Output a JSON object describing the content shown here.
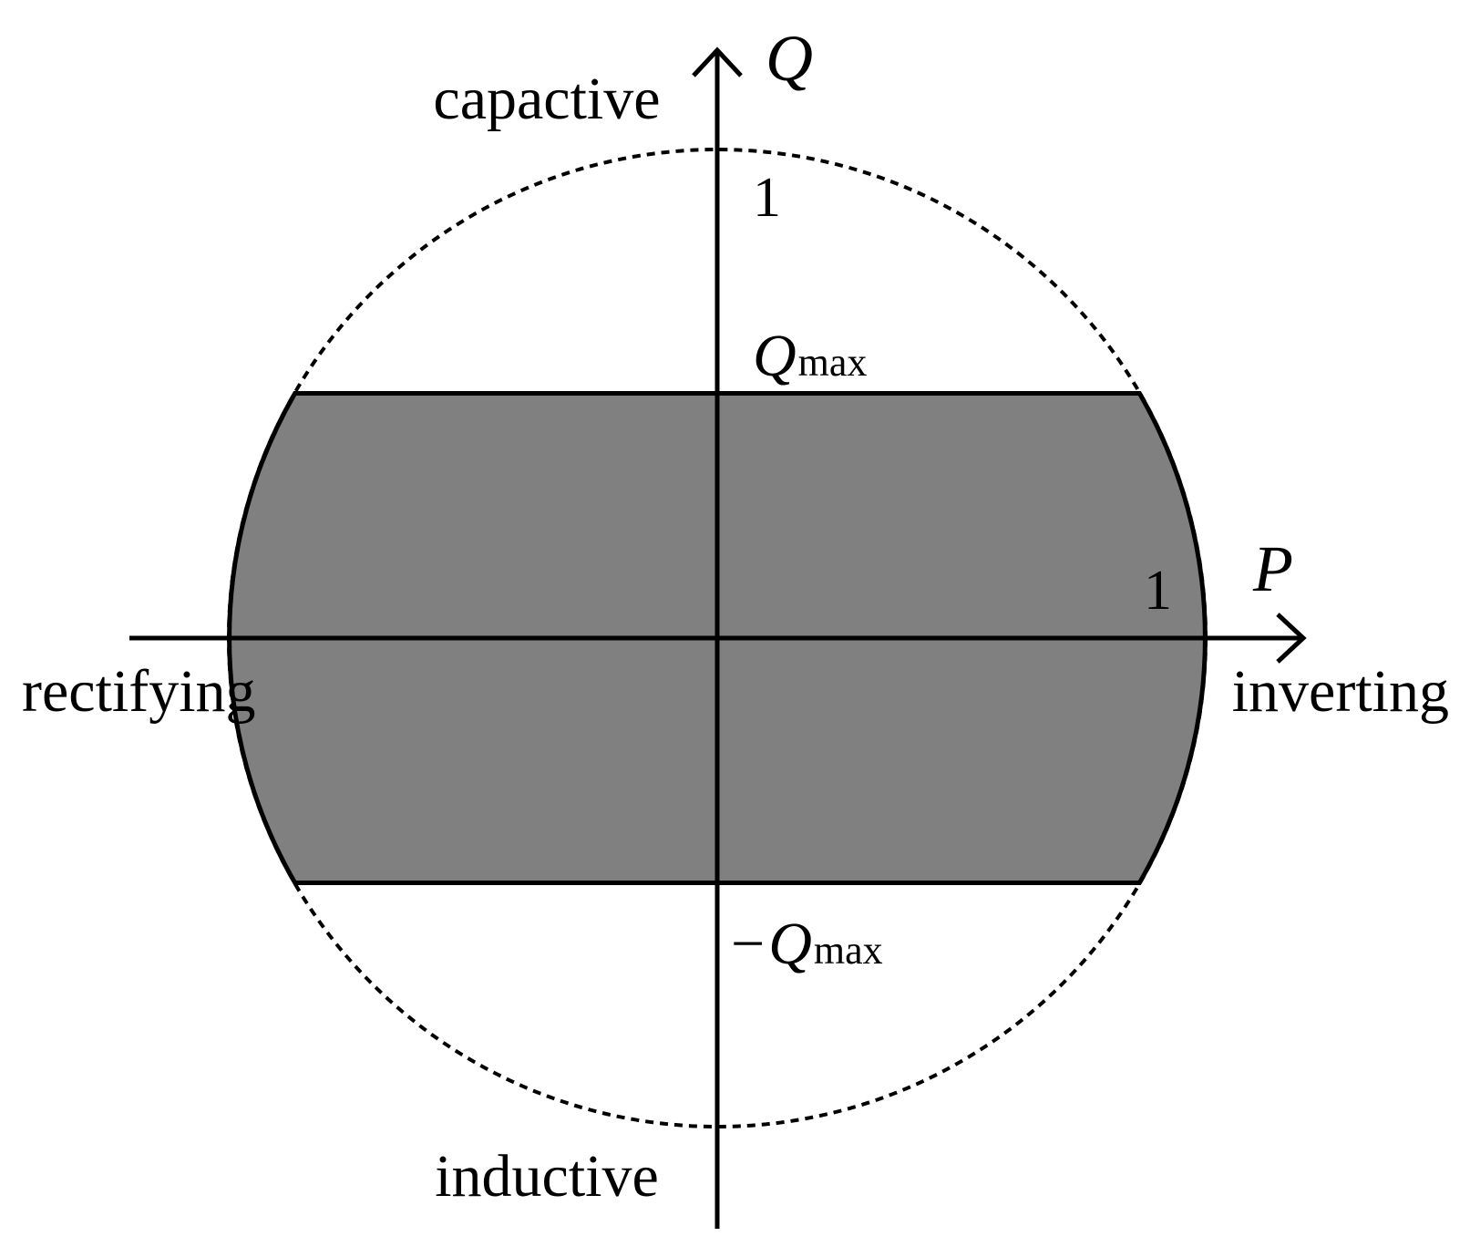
{
  "diagram": {
    "labels": {
      "q_axis": "Q",
      "p_axis": "P",
      "top": "capactive",
      "bottom": "inductive",
      "left": "rectifying",
      "right": "inverting",
      "q_unit_tick": "1",
      "p_unit_tick": "1",
      "qmax_symbol": "Q",
      "qmax_subscript": "max",
      "neg_qmax_sign": "−",
      "neg_qmax_symbol": "Q",
      "neg_qmax_subscript": "max"
    },
    "model": {
      "circle_radius": 1,
      "q_max": 0.5
    },
    "colors": {
      "region_fill": "#808080",
      "stroke": "#000000",
      "background": "#ffffff"
    }
  }
}
